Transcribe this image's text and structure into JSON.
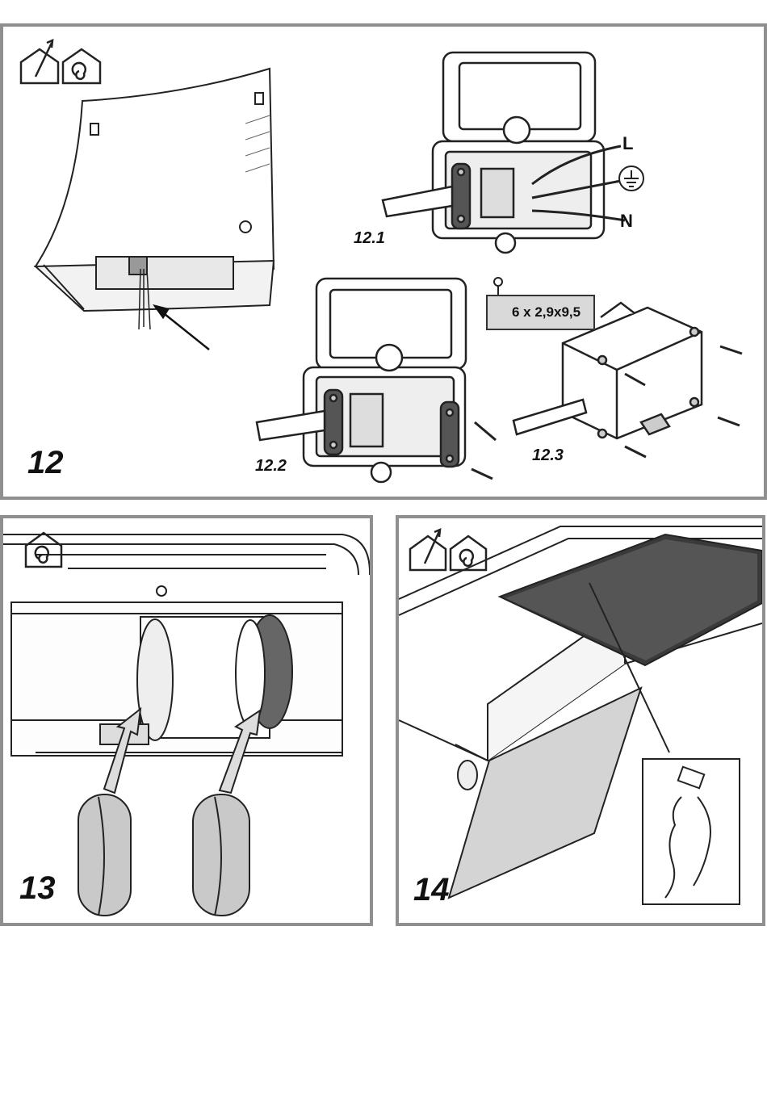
{
  "figures": {
    "fig12": {
      "number": "12",
      "sub_steps": [
        "12.1",
        "12.2",
        "12.3"
      ],
      "wire_labels": {
        "line": "L",
        "neutral": "N"
      },
      "terminal_marks": [
        "L",
        "N"
      ],
      "screw_spec": "6 x 2,9x9,5",
      "mode_icons": [
        "ducted-exhaust-icon",
        "recirculation-icon"
      ]
    },
    "fig13": {
      "number": "13",
      "mode_icons": [
        "recirculation-icon"
      ]
    },
    "fig14": {
      "number": "14",
      "mode_icons": [
        "ducted-exhaust-icon",
        "recirculation-icon"
      ]
    }
  }
}
